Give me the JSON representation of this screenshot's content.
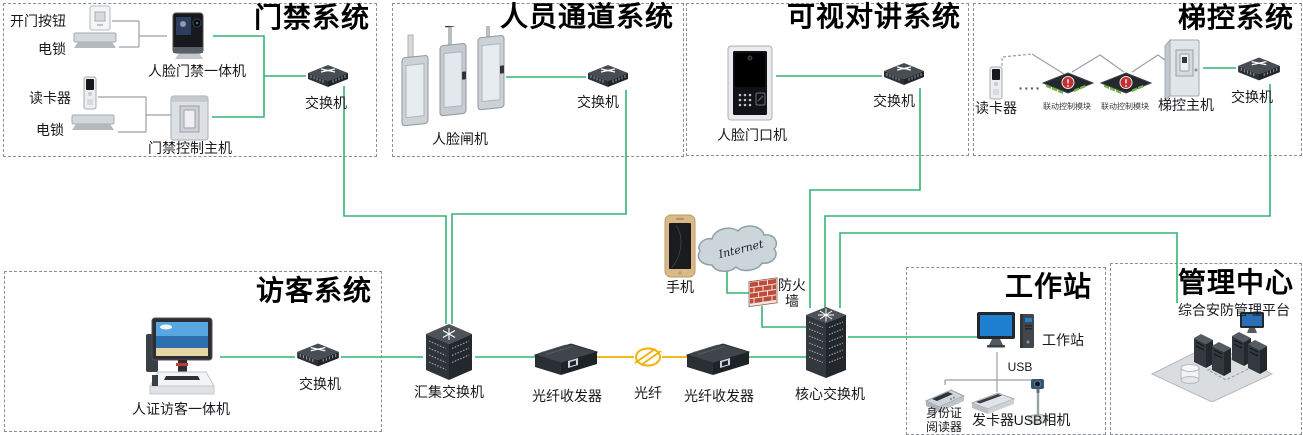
{
  "access": {
    "title": "门禁系统",
    "open_button": "开门按钮",
    "lock_top": "电锁",
    "face_terminal": "人脸门禁一体机",
    "card_reader": "读卡器",
    "lock_bottom": "电锁",
    "controller": "门禁控制主机",
    "switch": "交换机"
  },
  "channel": {
    "title": "人员通道系统",
    "face_gate": "人脸闸机",
    "switch": "交换机"
  },
  "intercom": {
    "title": "可视对讲系统",
    "door_station": "人脸门口机",
    "switch": "交换机"
  },
  "elevator": {
    "title": "梯控系统",
    "card_reader": "读卡器",
    "ellipsis": "····",
    "module_left": "联动控制模块",
    "module_right": "联动控制模块",
    "host": "梯控主机",
    "switch": "交换机"
  },
  "visitor": {
    "title": "访客系统",
    "kiosk": "人证访客一体机",
    "switch": "交换机"
  },
  "workstation": {
    "title": "工作站",
    "pc": "工作站",
    "usb": "USB",
    "id_reader": "身份证阅读器",
    "card_issuer": "发卡器",
    "usb_camera": "USB相机"
  },
  "management": {
    "title": "管理中心",
    "platform": "综合安防管理平台"
  },
  "backbone": {
    "agg_switch": "汇集交换机",
    "fiber_tx_left": "光纤收发器",
    "fiber": "光纤",
    "fiber_tx_right": "光纤收发器",
    "core_switch": "核心交换机",
    "phone": "手机",
    "internet": "Internet",
    "firewall": "防火墙"
  },
  "colors": {
    "link_green": "#34b374",
    "link_yellow": "#f1b100",
    "link_gray": "#9aa0a6",
    "firewall_red": "#c14a38"
  }
}
